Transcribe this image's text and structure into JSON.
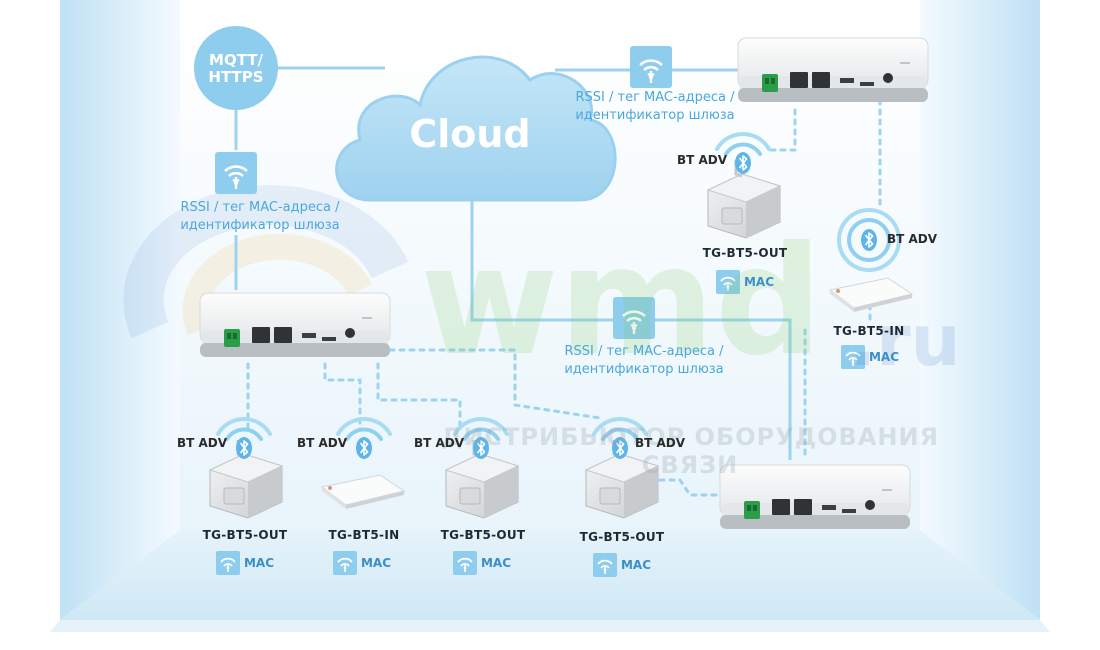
{
  "hub": {
    "label_line1": "MQTT/",
    "label_line2": "HTTPS"
  },
  "cloud": {
    "label": "Cloud"
  },
  "rssi_label": {
    "line1": "RSSI / тег MAC-адреса /",
    "line2": "идентификатор шлюза"
  },
  "bt_adv": "BT ADV",
  "models": {
    "out": "TG-BT5-OUT",
    "in": "TG-BT5-IN"
  },
  "mac": "MAC",
  "watermark": {
    "text": "ДИСТРИБЬЮТОР ОБОРУДОВАНИЯ СВЯЗИ",
    "logo": "wmd",
    "domain": ".ru"
  },
  "colors": {
    "accent": "#8fd0f0",
    "line": "#9dd3ee",
    "icon_bg": "#8fcdee",
    "room": "#dbeef8"
  },
  "icons": [
    "wifi-signal-icon",
    "bluetooth-icon",
    "router-icon",
    "sensor-icon",
    "cloud-icon"
  ]
}
